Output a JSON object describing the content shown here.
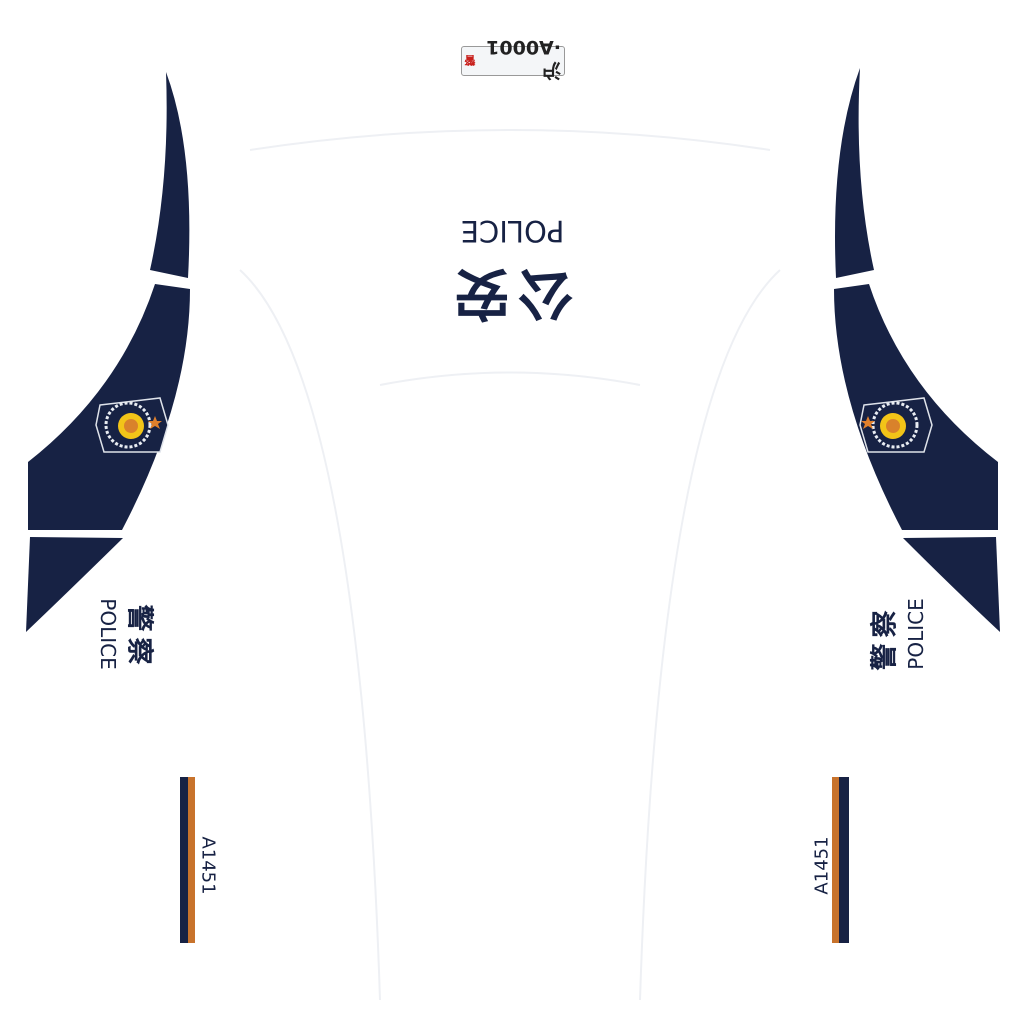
{
  "colors": {
    "navy": "#172244",
    "orange": "#c8732c",
    "white": "#ffffff",
    "plate_red": "#c8201c"
  },
  "plate": {
    "text": "沪·A0001",
    "tag": "警"
  },
  "roof": {
    "chinese": "公安",
    "english": "POLICE"
  },
  "left_side": {
    "chinese": "警察",
    "english": "POLICE",
    "unit_number": "A1451",
    "emblem": "police-emblem"
  },
  "right_side": {
    "chinese": "警察",
    "english": "POLICE",
    "unit_number": "A1451",
    "emblem": "police-emblem"
  }
}
